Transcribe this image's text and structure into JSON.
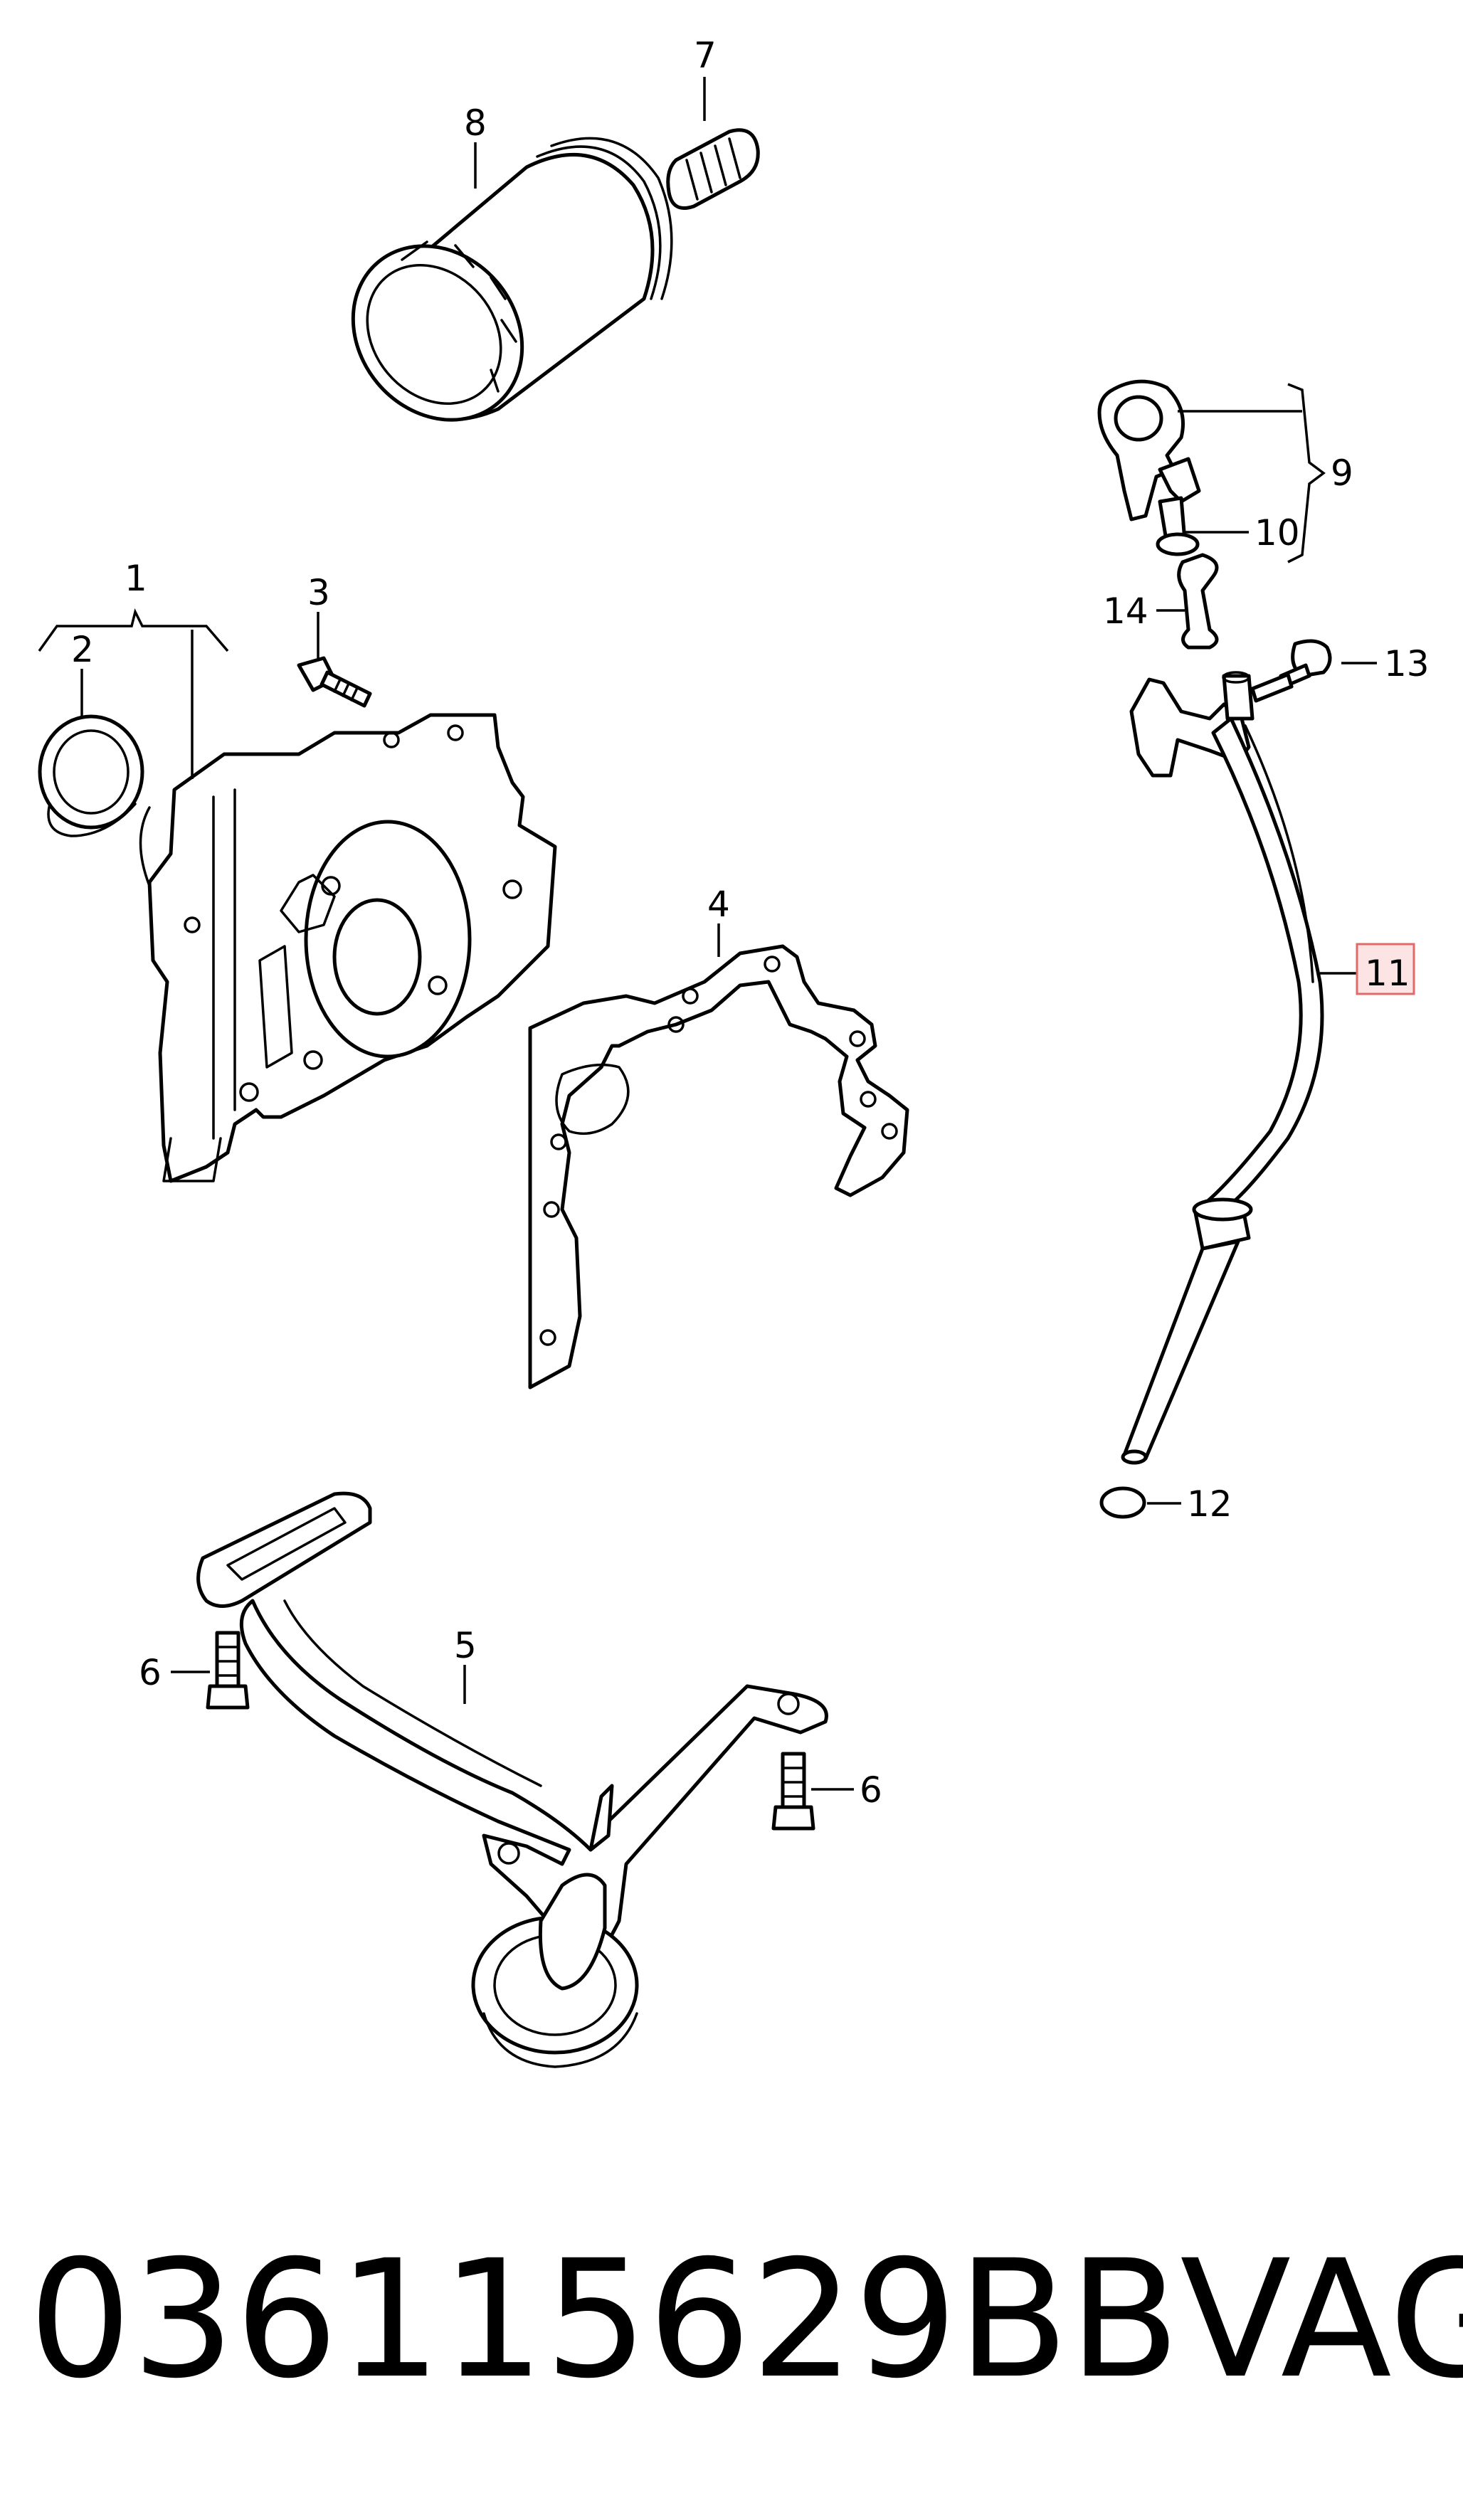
{
  "diagram": {
    "callouts": {
      "c1": "1",
      "c2": "2",
      "c3": "3",
      "c4": "4",
      "c5": "5",
      "c6a": "6",
      "c6b": "6",
      "c7": "7",
      "c8": "8",
      "c9": "9",
      "c10": "10",
      "c11": "11",
      "c12": "12",
      "c13": "13",
      "c14": "14"
    },
    "highlighted_callout": "11",
    "highlight_color": "#fde4e4",
    "highlight_border_color": "#e06a6a"
  },
  "footer": {
    "part_number": "036115629BB",
    "brand": "VAG"
  }
}
